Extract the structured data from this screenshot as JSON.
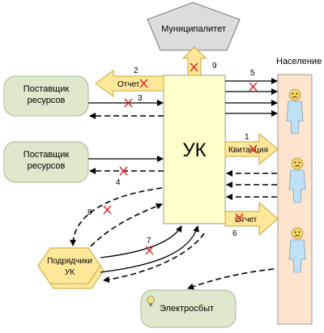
{
  "nodes": {
    "municipality": "Муниципалитет",
    "population_title": "Население",
    "supplier_top_line1": "Поставщик",
    "supplier_top_line2": "ресурсов",
    "supplier_mid_line1": "Поставщик",
    "supplier_mid_line2": "ресурсов",
    "management_company": "УК",
    "contractors_line1": "Подрядчики",
    "contractors_line2": "УК",
    "power_sales": "Электросбыт"
  },
  "labels": {
    "report_top": "Отчет",
    "receipt": "Квитанция",
    "report_bottom": "Отчет"
  },
  "numbers": {
    "n1": "1",
    "n2": "2",
    "n3": "3",
    "n4": "4",
    "n5": "5",
    "n6": "6",
    "n7": "7",
    "n8": "8",
    "n9": "9"
  },
  "colors": {
    "uk_fill": "#ffffcc",
    "supplier_fill": "#dde8cc",
    "population_fill": "#fde4cf",
    "arrow_fill": "#ffe89a",
    "cross": "#e02020",
    "person_body": "#bfe0f5",
    "person_head": "#f7d46a"
  },
  "icons": [
    "person-icon",
    "lightbulb-icon",
    "cross-mark-icon"
  ]
}
